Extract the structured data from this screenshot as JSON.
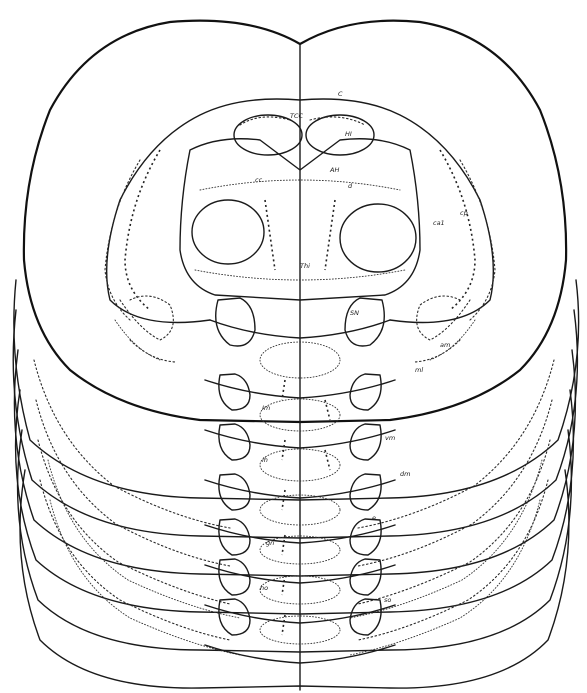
{
  "figure": {
    "kind": "overlaid coronal brain section outlines (line drawing)",
    "stack_layers": 8,
    "labels": [
      "TCC",
      "C",
      "HI",
      "AH",
      "cc",
      "Thi",
      "d",
      "SN",
      "ca1",
      "cp",
      "ml",
      "am",
      "vm",
      "e",
      "ih",
      "gn",
      "so",
      "ho",
      "Im",
      "dm"
    ],
    "line_color": "#1a1a1a",
    "background": "#ffffff"
  }
}
